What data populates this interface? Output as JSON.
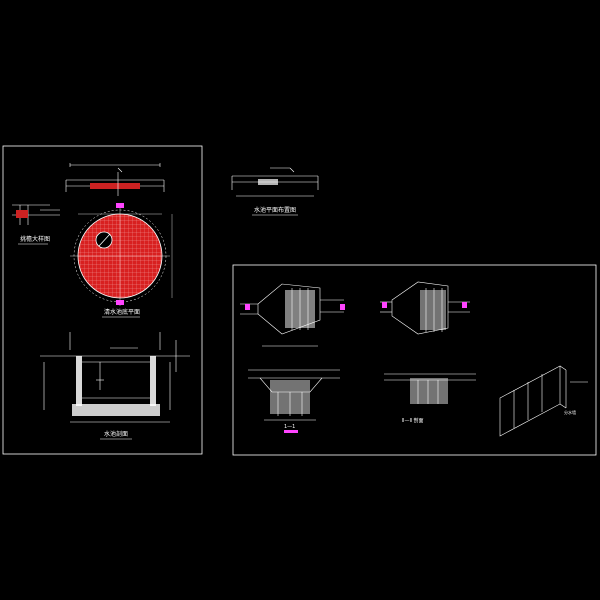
{
  "drawing": {
    "background": "#000000",
    "colors": {
      "line": "#ffffff",
      "accent": "#ff2a2a",
      "cut_marker": "#ff44ff",
      "dim": "#ffffff"
    },
    "left_sheet": {
      "plan_title": "清水池底平面",
      "section_title": "水池剖面",
      "detail_title": "挑檐大样图"
    },
    "top_sheet": {
      "title": "水池平面布置图"
    },
    "right_sheet": {
      "section_1_label": "1—1",
      "section_2_label": "Ⅱ—Ⅱ 剖面",
      "note": "分水墙"
    }
  }
}
